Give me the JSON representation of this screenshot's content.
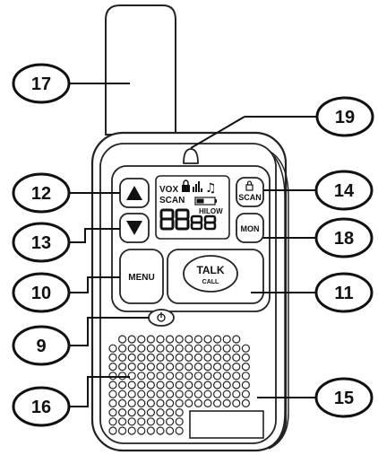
{
  "device": "two-way radio",
  "lcd": {
    "vox_label": "VOX",
    "scan_label": "SCAN",
    "digits": "88",
    "hi_low_label": "HILOW"
  },
  "buttons": {
    "menu_label": "MENU",
    "talk_label": "TALK",
    "call_label": "CALL",
    "scan_label": "SCAN",
    "mon_label": "MON"
  },
  "callouts": {
    "c9": "9",
    "c10": "10",
    "c11": "11",
    "c12": "12",
    "c13": "13",
    "c14": "14",
    "c15": "15",
    "c16": "16",
    "c17": "17",
    "c18": "18",
    "c19": "19"
  },
  "icons": [
    "up-arrow-icon",
    "down-arrow-icon",
    "lock-icon",
    "signal-icon",
    "music-note-icon",
    "battery-icon",
    "power-icon"
  ]
}
